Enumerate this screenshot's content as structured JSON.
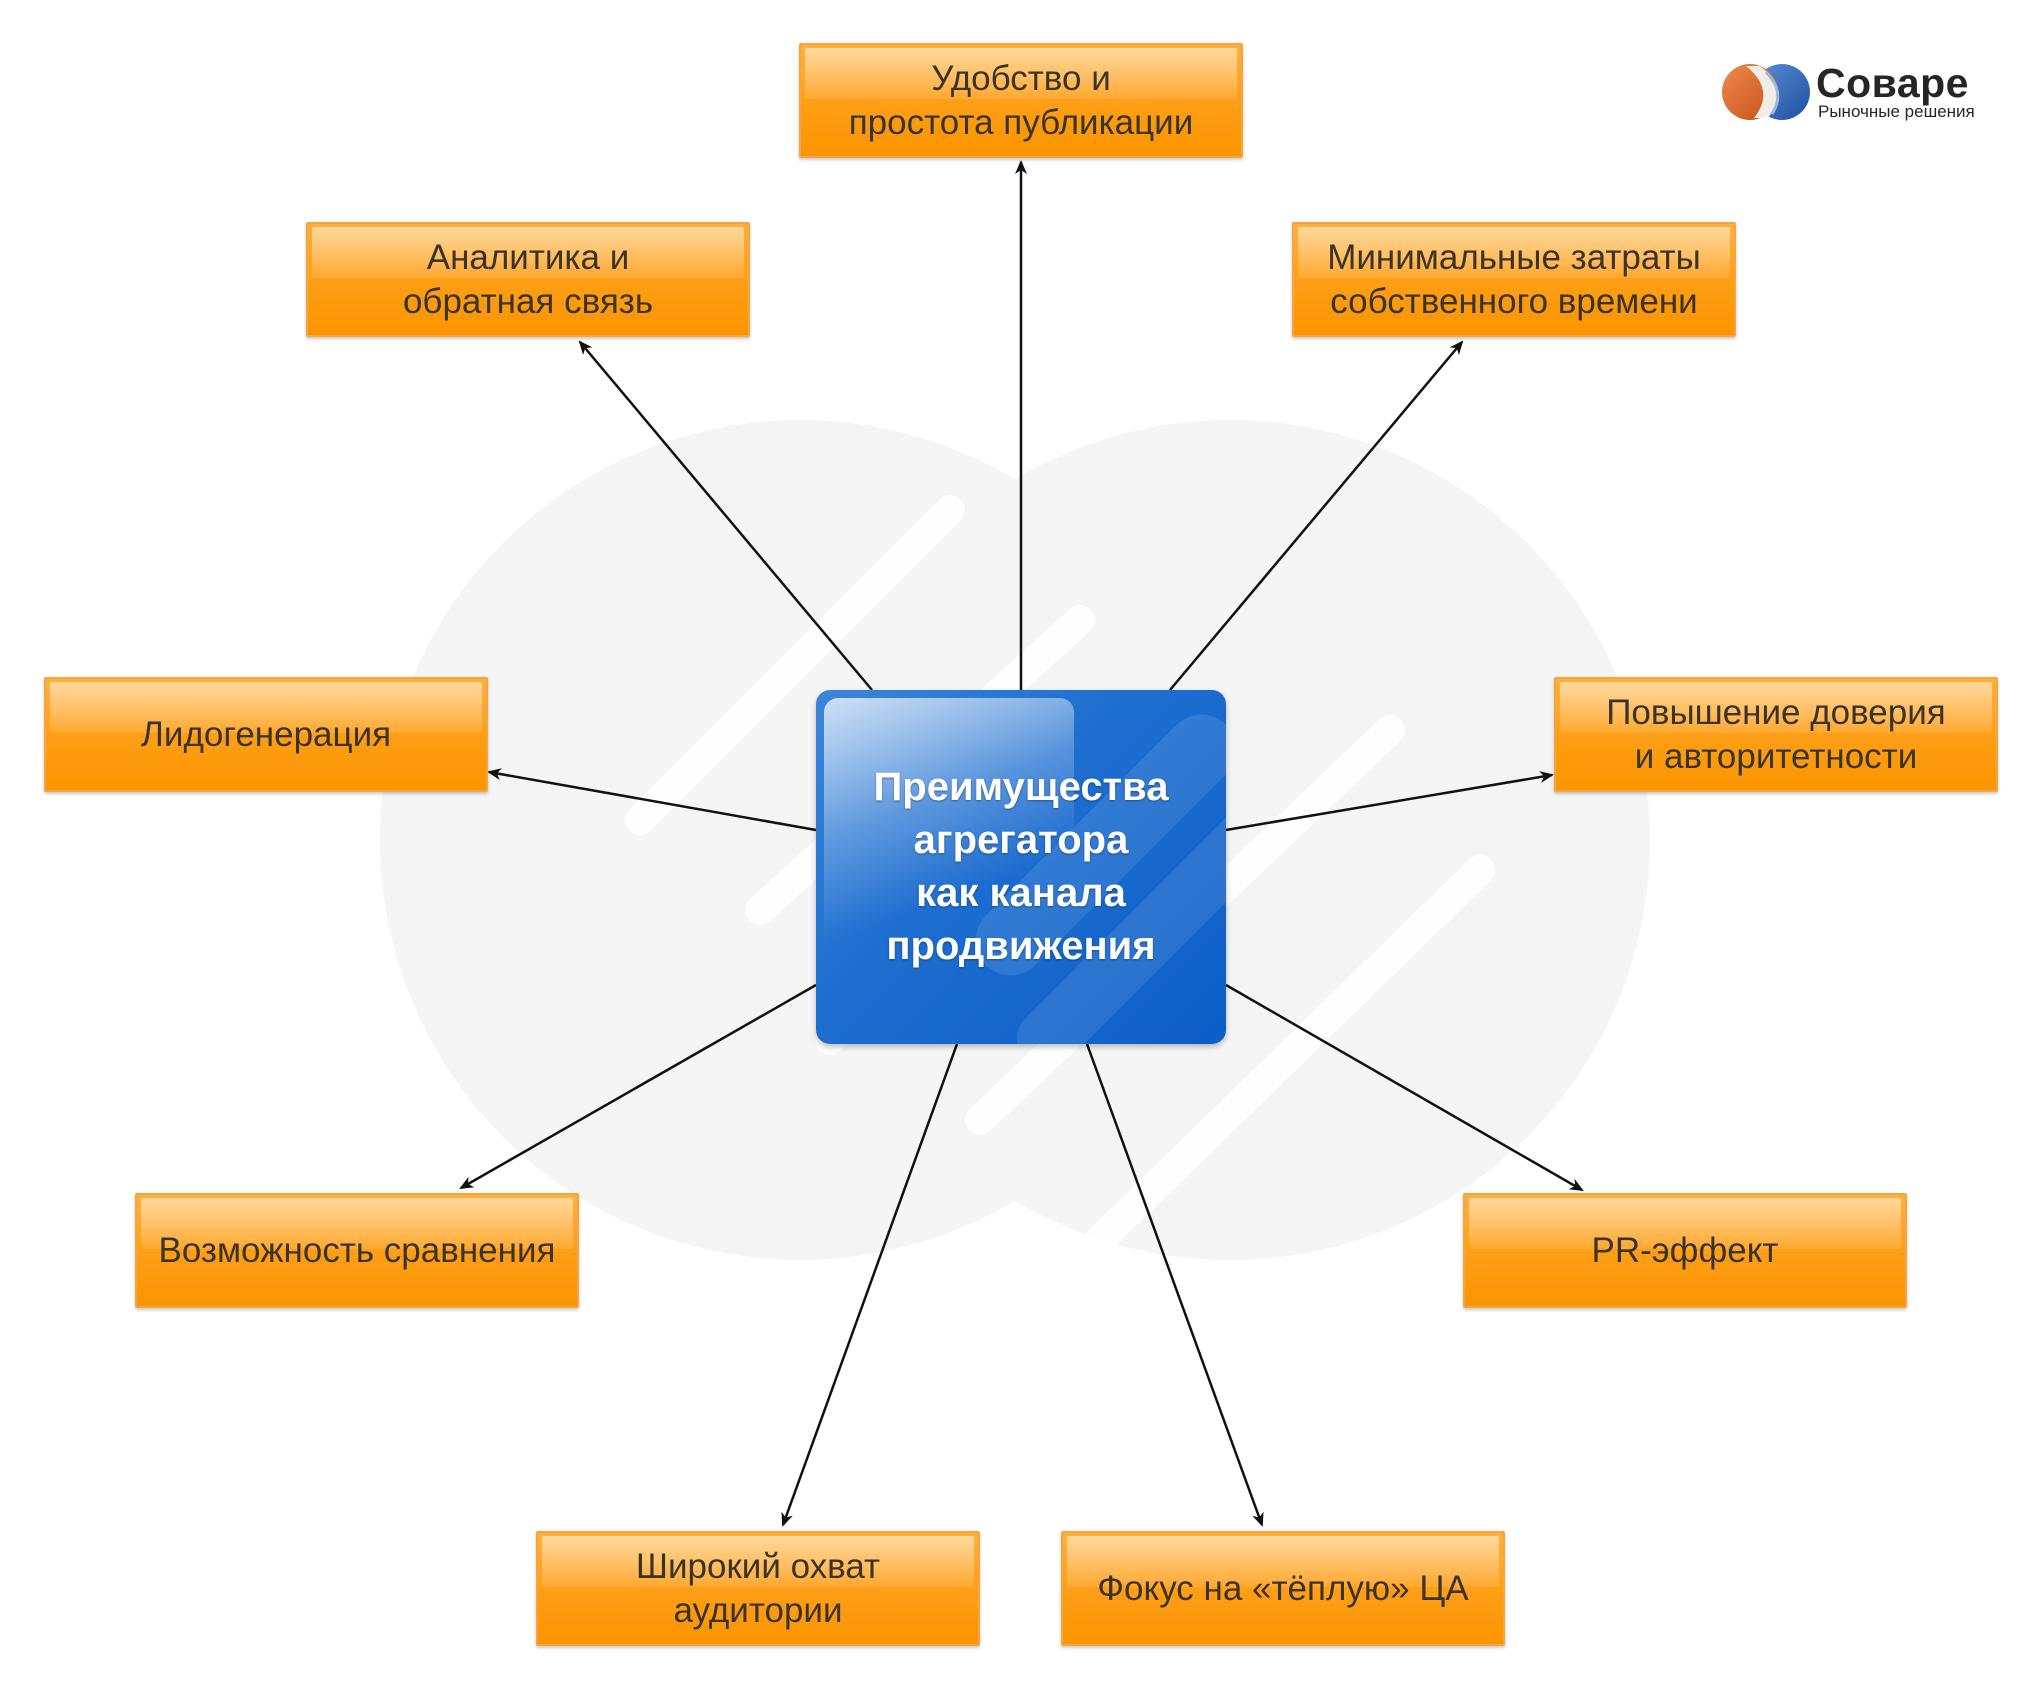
{
  "center": {
    "title": "Преимущества\nагрегатора\nкак канала\nпродвижения",
    "color": "#1f6fd0"
  },
  "benefits": [
    {
      "id": "ease",
      "label": "Удобство и\nпростота публикации"
    },
    {
      "id": "analytics",
      "label": "Аналитика и\nобратная связь"
    },
    {
      "id": "time",
      "label": "Минимальные затраты\nсобственного времени"
    },
    {
      "id": "leads",
      "label": "Лидогенерация"
    },
    {
      "id": "trust",
      "label": "Повышение доверия\nи авторитетности"
    },
    {
      "id": "compare",
      "label": "Возможность сравнения"
    },
    {
      "id": "pr",
      "label": "PR-эффект"
    },
    {
      "id": "reach",
      "label": "Широкий охват\nаудитории"
    },
    {
      "id": "warm",
      "label": "Фокус на «тёплую» ЦА"
    }
  ],
  "logo": {
    "brand": "Соваре",
    "tagline": "Рыночные решения"
  },
  "colors": {
    "box": "#ffa01a",
    "arrow": "#111111",
    "logo_orange": "#e46a2a",
    "logo_blue": "#2a62b6"
  }
}
